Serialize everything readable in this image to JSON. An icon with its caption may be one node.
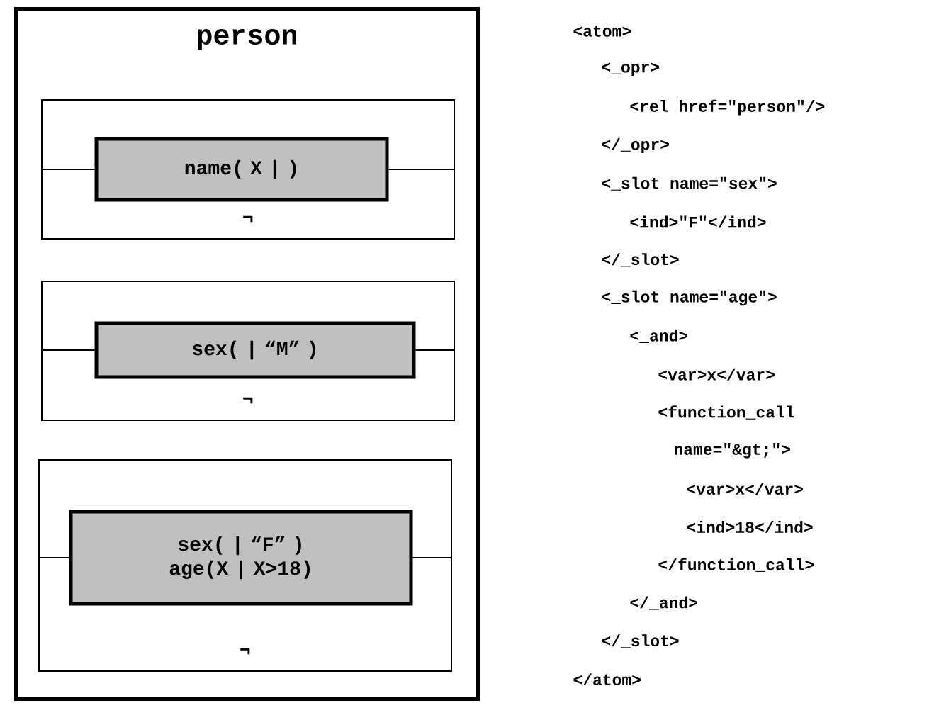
{
  "diagram": {
    "nodes": [
      {
        "text": [
          "person"
        ]
      },
      {
        "text": [
          "¬"
        ],
        "in": 0
      },
      {
        "text": [
          "name( X | )"
        ],
        "in": 1
      },
      {
        "text": [
          "¬"
        ],
        "in": 0
      },
      {
        "text": [
          "sex( | “M” )"
        ],
        "in": 3
      },
      {
        "text": [
          "¬"
        ],
        "in": 0
      },
      {
        "text": [
          "sex( | “F” ) age(X | X>18)"
        ],
        "in": 5
      }
    ],
    "edges": [
      {
        "from": 1,
        "to": 2,
        "arrow": "none"
      },
      {
        "from": 2,
        "to": 1,
        "arrow": "none"
      },
      {
        "from": 3,
        "to": 4,
        "arrow": "none"
      },
      {
        "from": 4,
        "to": 3,
        "arrow": "none"
      },
      {
        "from": 5,
        "to": 6,
        "arrow": "none"
      },
      {
        "from": 6,
        "to": 5,
        "arrow": "none"
      }
    ],
    "labels": [
      "<atom>",
      "<_opr>",
      "<rel href=\"person\"/>",
      "</_opr>",
      "<_slot name=\"sex\">",
      "<ind>\"F\"</ind>",
      "</_slot>",
      "<_slot name=\"age\">",
      "<_and>",
      "<var>x</var>",
      "<function_call",
      "name=\"&gt;\">",
      "<var>x</var>",
      "<ind>18</ind>",
      "</function_call>",
      "</_and>",
      "</_slot>",
      "</atom>"
    ]
  }
}
